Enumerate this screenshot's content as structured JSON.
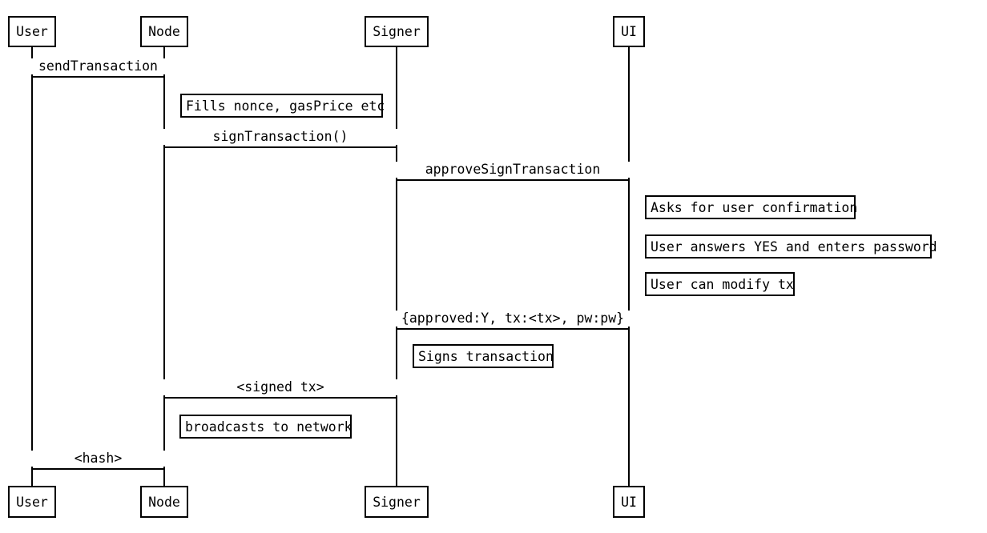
{
  "diagram_type": "sequence-diagram",
  "actors": [
    "User",
    "Node",
    "Signer",
    "UI"
  ],
  "actors_bottom": [
    "User",
    "Node",
    "Signer",
    "UI"
  ],
  "messages": [
    {
      "from": "User",
      "to": "Node",
      "label": "sendTransaction"
    },
    {
      "from": "Node",
      "to": "Signer",
      "label": "signTransaction()"
    },
    {
      "from": "Signer",
      "to": "UI",
      "label": "approveSignTransaction"
    },
    {
      "from": "UI",
      "to": "Signer",
      "label": "{approved:Y, tx:<tx>, pw:pw}"
    },
    {
      "from": "Signer",
      "to": "Node",
      "label": "<signed tx>"
    },
    {
      "from": "Node",
      "to": "User",
      "label": "<hash>"
    }
  ],
  "notes": [
    {
      "actor": "Node",
      "label": "Fills nonce, gasPrice etc"
    },
    {
      "actor": "UI",
      "label": "Asks for user confirmation"
    },
    {
      "actor": "UI",
      "label": "User answers YES and enters password"
    },
    {
      "actor": "UI",
      "label": "User can modify tx"
    },
    {
      "actor": "Signer",
      "label": "Signs transaction"
    },
    {
      "actor": "Node",
      "label": "broadcasts to network"
    }
  ],
  "colors": {
    "line": "#000000",
    "background": "#ffffff",
    "text": "#000000"
  }
}
